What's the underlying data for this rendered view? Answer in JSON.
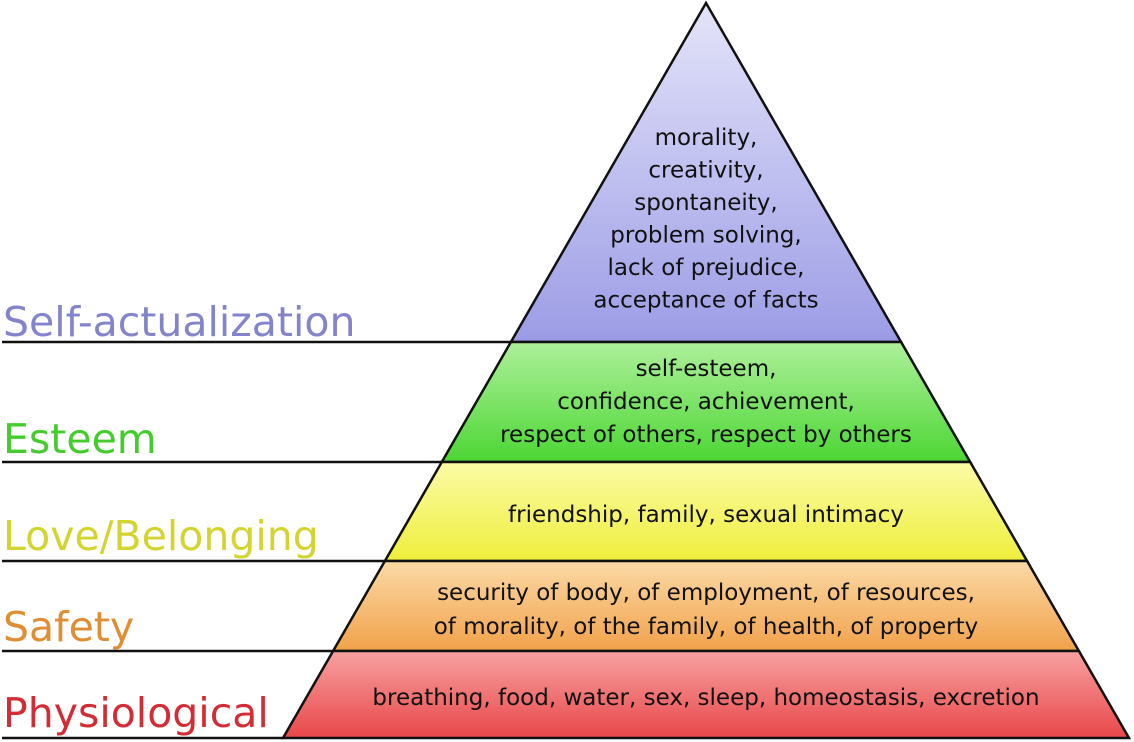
{
  "levels": [
    {
      "name": "Self-actualization",
      "color": "#8484cc",
      "fill_top": "#e4e4fa",
      "fill_bottom": "#9c9ce6",
      "lines": [
        "morality,",
        "creativity,",
        "spontaneity,",
        "problem solving,",
        "lack of prejudice,",
        "acceptance of facts"
      ]
    },
    {
      "name": "Esteem",
      "color": "#44cc2c",
      "fill_top": "#aef09a",
      "fill_bottom": "#4cd634",
      "lines": [
        "self-esteem,",
        "confidence, achievement,",
        "respect of others, respect by others"
      ]
    },
    {
      "name": "Love/Belonging",
      "color": "#d4d430",
      "fill_top": "#fbfba6",
      "fill_bottom": "#eeee3c",
      "lines": [
        "friendship, family, sexual intimacy"
      ]
    },
    {
      "name": "Safety",
      "color": "#df8e35",
      "fill_top": "#fbd9a6",
      "fill_bottom": "#f1a24a",
      "lines": [
        "security of body, of employment, of resources,",
        "of morality, of the family, of health, of property"
      ]
    },
    {
      "name": "Physiological",
      "color": "#d42c34",
      "fill_top": "#f7a1a1",
      "fill_bottom": "#e8474a",
      "lines": [
        "breathing, food, water, sex, sleep, homeostasis, excretion"
      ]
    }
  ]
}
